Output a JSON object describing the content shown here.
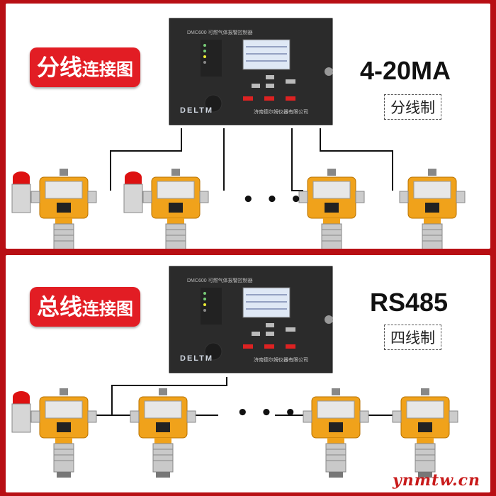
{
  "panel_top": {
    "badge_text_big": "分线",
    "badge_text_small": "连接图",
    "protocol": "4-20MA",
    "wiring": "分线制",
    "controller_title": "DMC600 可燃气体报警控制器",
    "controller_brand": "DELTM",
    "controller_company": "济南德尔姆仪器有限公司"
  },
  "panel_bottom": {
    "badge_text_big": "总线",
    "badge_text_small": "连接图",
    "protocol": "RS485",
    "wiring": "四线制",
    "controller_title": "DMC600 可燃气体报警控制器",
    "controller_brand": "DELTM",
    "controller_company": "济南德尔姆仪器有限公司"
  },
  "ellipsis": "• • •",
  "watermark": "ynmtw.cn",
  "colors": {
    "background": "#b80f14",
    "badge": "#e21d24",
    "detector_body": "#f0a21b",
    "controller": "#2b2b2b",
    "screen": "#dfe8f5"
  }
}
